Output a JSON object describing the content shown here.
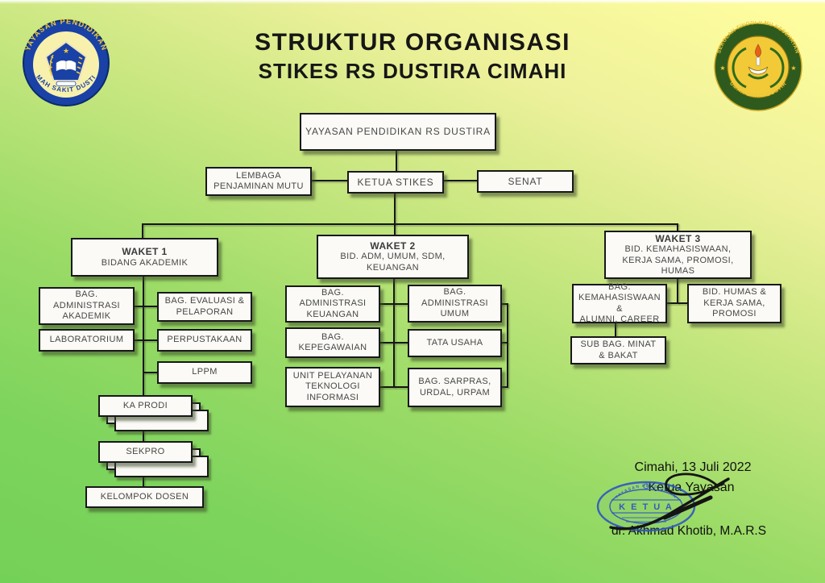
{
  "header": {
    "title_line1": "STRUKTUR ORGANISASI",
    "title_line2": "STIKES RS DUSTIRA CIMAHI"
  },
  "logo_left": {
    "name": "yayasan-pendidikan-rs-dustira-badge",
    "arc_top": "YAYASAN PENDIDIKAN",
    "arc_bottom": "RUMAH SAKIT DUSTIRA",
    "star": "★",
    "ring_color": "#1a41a5",
    "disc_color": "#f8f1ae",
    "gold": "#f0cc3c"
  },
  "logo_right": {
    "name": "sekolah-tinggi-ilmu-kesehatan-badge",
    "arc_top": "SEKOLAH TINGGI ILMU KESEHATAN",
    "arc_bottom": "RUMAH SAKIT DUSTIRA",
    "star_left": "★",
    "star_right": "★",
    "ring_color": "#2e5b1d",
    "disc_color": "#f2c937",
    "gold": "#e9c63b"
  },
  "chart": {
    "type": "org-diagram",
    "nodes": [
      {
        "id": "yayasan-pendidikan",
        "label": "YAYASAN PENDIDIKAN RS DUSTIRA"
      },
      {
        "id": "lembaga-penjaminan-mutu",
        "label": "LEMBAGA\nPENJAMINAN MUTU"
      },
      {
        "id": "ketua-stikes",
        "label": "KETUA STIKES"
      },
      {
        "id": "senat",
        "label": "SENAT"
      },
      {
        "id": "waket-1",
        "title": "WAKET 1",
        "label": "BIDANG AKADEMIK"
      },
      {
        "id": "waket-2",
        "title": "WAKET 2",
        "label": "BID. ADM, UMUM, SDM,\nKEUANGAN"
      },
      {
        "id": "waket-3",
        "title": "WAKET 3",
        "label": "BID. KEMAHASISWAAN,\nKERJA SAMA, PROMOSI,\nHUMAS"
      },
      {
        "id": "bag-administrasi-akademik",
        "label": "BAG.\nADMINISTRASI\nAKADEMIK"
      },
      {
        "id": "bag-evaluasi-pelaporan",
        "label": "BAG. EVALUASI &\nPELAPORAN"
      },
      {
        "id": "laboratorium",
        "label": "LABORATORIUM"
      },
      {
        "id": "perpustakaan",
        "label": "PERPUSTAKAAN"
      },
      {
        "id": "lppm",
        "label": "LPPM"
      },
      {
        "id": "ka-prodi",
        "label": "KA PRODI"
      },
      {
        "id": "sekpro",
        "label": "SEKPRO"
      },
      {
        "id": "kelompok-dosen",
        "label": "KELOMPOK DOSEN"
      },
      {
        "id": "bag-administrasi-keuangan",
        "label": "BAG.\nADMINISTRASI\nKEUANGAN"
      },
      {
        "id": "bag-administrasi-umum",
        "label": "BAG.\nADMINISTRASI\nUMUM"
      },
      {
        "id": "bag-kepegawaian",
        "label": "BAG.\nKEPEGAWAIAN"
      },
      {
        "id": "tata-usaha",
        "label": "TATA USAHA"
      },
      {
        "id": "unit-pelayanan-ti",
        "label": "UNIT PELAYANAN\nTEKNOLOGI\nINFORMASI"
      },
      {
        "id": "bag-sarpras",
        "label": "BAG. SARPRAS,\nURDAL, URPAM"
      },
      {
        "id": "bag-kemahasiswaan",
        "label": "BAG.\nKEMAHASISWAAN &\nALUMNI, CAREER"
      },
      {
        "id": "bid-humas",
        "label": "BID. HUMAS &\nKERJA SAMA,\nPROMOSI"
      },
      {
        "id": "sub-bag-minat-bakat",
        "label": "SUB BAG. MINAT\n& BAKAT"
      }
    ]
  },
  "signature_block": {
    "date": "Cimahi, 13 Juli 2022",
    "role": "Ketua Yayasan",
    "name": "dr. Akhmad Khotib, M.A.R.S",
    "stamp_center_text": "K E T U A",
    "stamp_arc_text": "YAYASAN PENDIDIKAN",
    "stamp_color": "#2f55c2"
  }
}
